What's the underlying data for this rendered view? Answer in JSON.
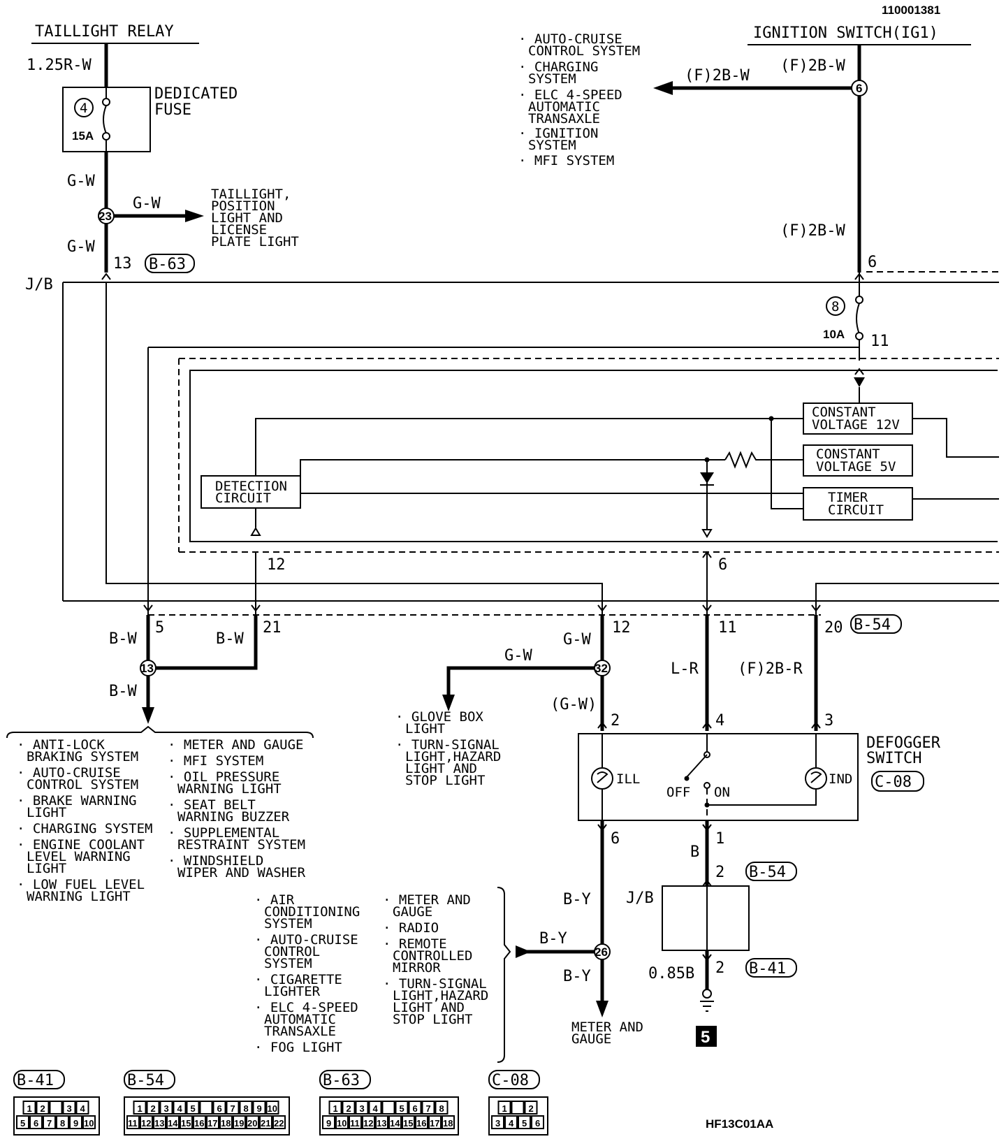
{
  "doc_id": "110001381",
  "figure_code": "HF13C01AA",
  "taillight_relay": {
    "title": "TAILLIGHT RELAY",
    "wire_top": "1.25R-W"
  },
  "dedicated_fuse": {
    "label_1": "DEDICATED",
    "label_2": "FUSE",
    "number": "4",
    "rating": "15A"
  },
  "ignition_switch": {
    "title": "IGNITION SWITCH(IG1)",
    "wire_out": "(F)2B-W",
    "wire_down": "(F)2B-W",
    "wire_top": "(F)2B-W",
    "junction": "6",
    "pin": "6"
  },
  "ig_loads": [
    "AUTO-CRUISE",
    "CONTROL SYSTEM",
    "CHARGING",
    "SYSTEM",
    "ELC 4-SPEED",
    "AUTOMATIC",
    "TRANSAXLE",
    "IGNITION",
    "SYSTEM",
    "MFI SYSTEM"
  ],
  "taillight_branch": {
    "wire_a": "G-W",
    "wire_b": "G-W",
    "wire_c": "G-W",
    "junction": "23",
    "pin": "13",
    "connector": "B-63",
    "dest": [
      "TAILLIGHT,",
      "POSITION",
      "LIGHT AND",
      "LICENSE",
      "PLATE LIGHT"
    ]
  },
  "jb_label": "J/B",
  "fuse_8": {
    "number": "8",
    "rating": "10A",
    "pin": "11"
  },
  "modules": {
    "cv12": [
      "CONSTANT",
      "VOLTAGE 12V"
    ],
    "cv5": [
      "CONSTANT",
      "VOLTAGE 5V"
    ],
    "timer": [
      "TIMER",
      "CIRCUIT"
    ],
    "detection": [
      "DETECTION",
      "CIRCUIT"
    ]
  },
  "internal_pins": {
    "p12": "12",
    "p6": "6"
  },
  "bottom_pins": {
    "p5": "5",
    "p21": "21",
    "p12": "12",
    "p11": "11",
    "p20": "20",
    "connector": "B-54"
  },
  "bw_branch": {
    "wire_a": "B-W",
    "wire_b": "B-W",
    "wire_c": "B-W",
    "junction": "13"
  },
  "bw_loads_left": [
    "ANTI-LOCK",
    "BRAKING SYSTEM",
    "AUTO-CRUISE",
    "CONTROL SYSTEM",
    "BRAKE WARNING",
    "LIGHT",
    "CHARGING SYSTEM",
    "ENGINE COOLANT",
    "LEVEL WARNING",
    "LIGHT",
    "LOW FUEL LEVEL",
    "WARNING LIGHT"
  ],
  "bw_loads_right": [
    "METER AND GAUGE",
    "MFI SYSTEM",
    "OIL PRESSURE",
    "WARNING LIGHT",
    "SEAT BELT",
    "WARNING BUZZER",
    "SUPPLEMENTAL",
    "RESTRAINT SYSTEM",
    "WINDSHIELD",
    "WIPER AND WASHER"
  ],
  "gw_branch": {
    "wire_a": "G-W",
    "wire_b": "G-W",
    "wire_c": "(G-W)",
    "junction": "32",
    "loads": [
      "GLOVE BOX",
      "LIGHT",
      "TURN-SIGNAL",
      "LIGHT,HAZARD",
      "LIGHT AND",
      "STOP LIGHT"
    ]
  },
  "wire_lr": "L-R",
  "wire_2br": "(F)2B-R",
  "defogger_switch": {
    "title_1": "DEFOGGER",
    "title_2": "SWITCH",
    "connector": "C-08",
    "ill": "ILL",
    "ind": "IND",
    "off": "OFF",
    "on": "ON",
    "pin2": "2",
    "pin4": "4",
    "pin3": "3",
    "pin6": "6",
    "pin1": "1"
  },
  "ground_path": {
    "wire_b": "B",
    "pin2": "2",
    "connector_b54": "B-54",
    "jb": "J/B",
    "wire_085b": "0.85B",
    "pin2b": "2",
    "connector_b41": "B-41",
    "ground_no": "5"
  },
  "by_branch": {
    "wire_a": "B-Y",
    "wire_b": "B-Y",
    "wire_c": "B-Y",
    "junction": "26",
    "dest": [
      "METER AND",
      "GAUGE"
    ]
  },
  "by_loads_left": [
    "AIR",
    "CONDITIONING",
    "SYSTEM",
    "AUTO-CRUISE",
    "CONTROL",
    "SYSTEM",
    "CIGARETTE",
    "LIGHTER",
    "ELC 4-SPEED",
    "AUTOMATIC",
    "TRANSAXLE",
    "FOG LIGHT"
  ],
  "by_loads_right": [
    "METER AND",
    "GAUGE",
    "RADIO",
    "REMOTE",
    "CONTROLLED",
    "MIRROR",
    "TURN-SIGNAL",
    "LIGHT,HAZARD",
    "LIGHT AND",
    "STOP LIGHT"
  ],
  "connectors": [
    {
      "name": "B-41",
      "row1": [
        "1",
        "2",
        "",
        "3",
        "4"
      ],
      "row2": [
        "5",
        "6",
        "7",
        "8",
        "9",
        "10"
      ]
    },
    {
      "name": "B-54",
      "row1": [
        "1",
        "2",
        "3",
        "4",
        "5",
        "",
        "6",
        "7",
        "8",
        "9",
        "10"
      ],
      "row2": [
        "11",
        "12",
        "13",
        "14",
        "15",
        "16",
        "17",
        "18",
        "19",
        "20",
        "21",
        "22"
      ]
    },
    {
      "name": "B-63",
      "row1": [
        "1",
        "2",
        "3",
        "4",
        "",
        "5",
        "6",
        "7",
        "8"
      ],
      "row2": [
        "9",
        "10",
        "11",
        "12",
        "13",
        "14",
        "15",
        "16",
        "17",
        "18"
      ]
    },
    {
      "name": "C-08",
      "row1": [
        "1",
        "",
        "2"
      ],
      "row2": [
        "3",
        "4",
        "5",
        "6"
      ]
    }
  ]
}
